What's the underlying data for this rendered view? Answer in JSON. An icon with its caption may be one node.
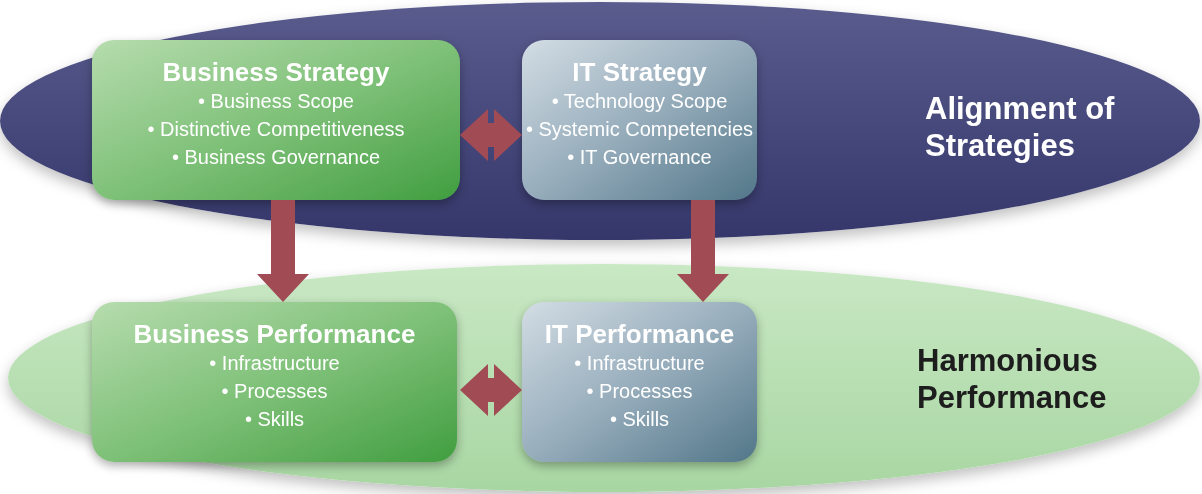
{
  "diagram": {
    "nodes": [
      {
        "text": [
          "Alignment of Strategies"
        ]
      },
      {
        "text": [
          "Business Strategy",
          "• Business Scope",
          "• Distinctive Competitiveness",
          "• Business Governance"
        ],
        "in": 0
      },
      {
        "text": [
          "IT Strategy",
          "• Technology Scope",
          "• Systemic Competencies",
          "• IT Governance"
        ],
        "in": 0
      },
      {
        "text": [
          "Harmonious Performance"
        ]
      },
      {
        "text": [
          "Business Performance",
          "• Infrastructure",
          "• Processes",
          "• Skills"
        ],
        "in": 3
      },
      {
        "text": [
          "IT Performance",
          "• Infrastructure",
          "• Processes",
          "• Skills"
        ],
        "in": 3
      }
    ],
    "edges": [
      {
        "from": 1,
        "to": 2,
        "arrow": "both"
      },
      {
        "from": 1,
        "to": 4,
        "arrow": "to"
      },
      {
        "from": 2,
        "to": 5,
        "arrow": "to"
      },
      {
        "from": 4,
        "to": 5,
        "arrow": "both"
      }
    ]
  }
}
